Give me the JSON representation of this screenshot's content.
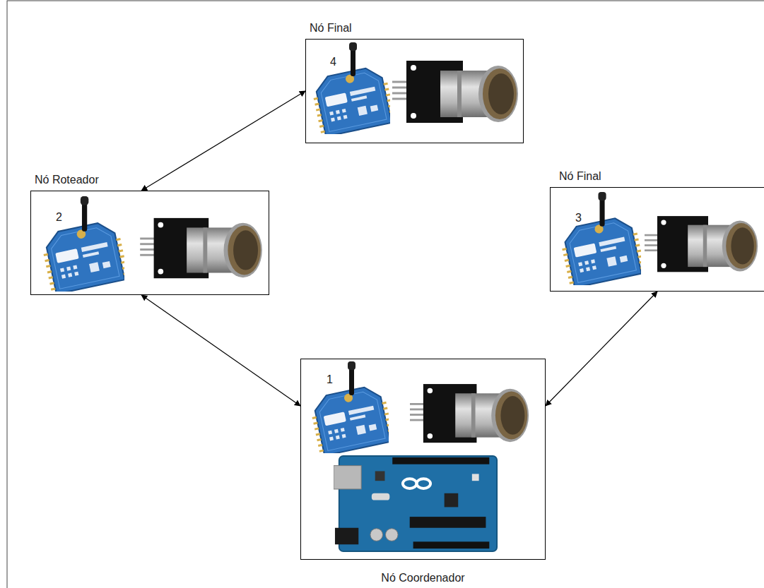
{
  "diagram": {
    "nodes": [
      {
        "text": [
          "Nó Final",
          "4"
        ]
      },
      {
        "text": [
          "Nó Roteador",
          "2"
        ]
      },
      {
        "text": [
          "Nó Final",
          "3"
        ]
      },
      {
        "text": [
          "Nó Coordenador",
          "1"
        ]
      }
    ],
    "edges": [
      {
        "from": 0,
        "to": 1,
        "arrow": "both"
      },
      {
        "from": 1,
        "to": 3,
        "arrow": "both"
      },
      {
        "from": 2,
        "to": 3,
        "arrow": "both"
      }
    ]
  }
}
